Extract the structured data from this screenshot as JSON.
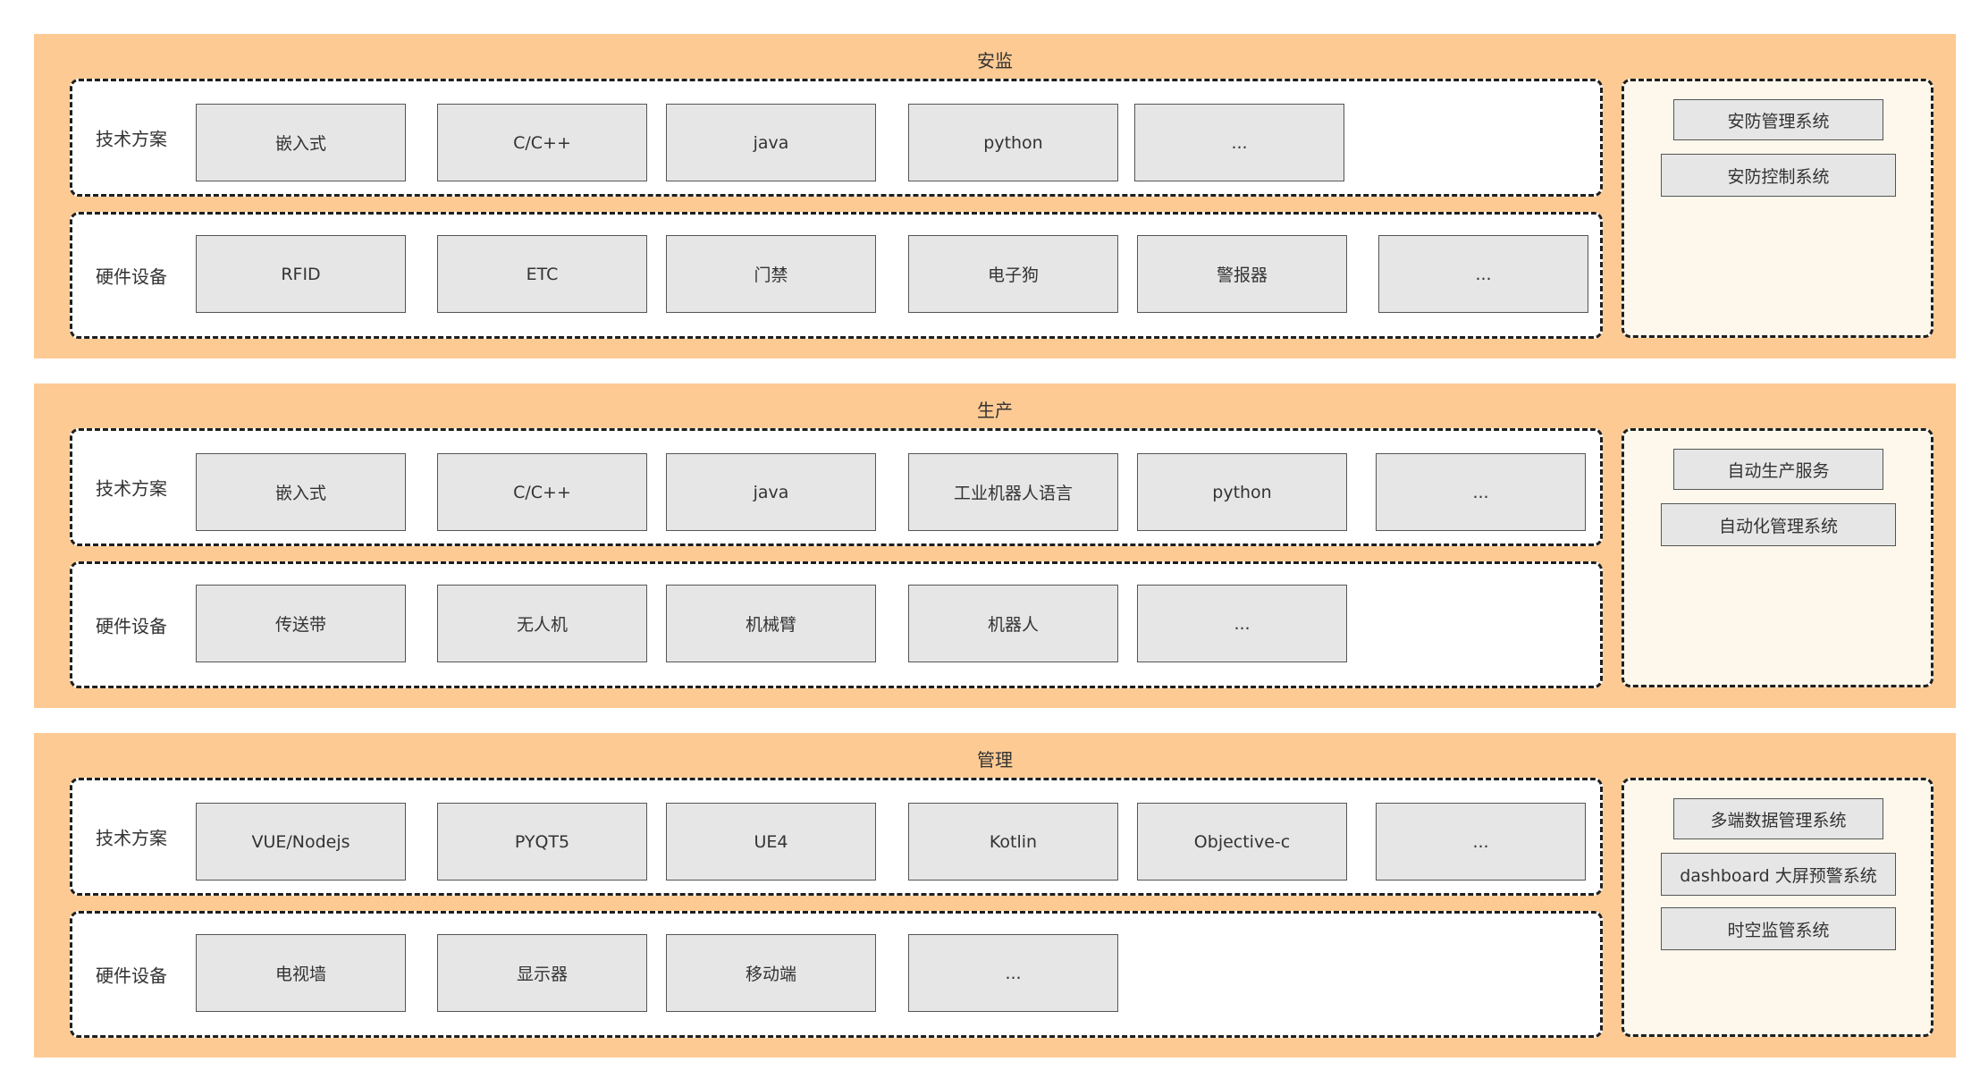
{
  "sections": [
    {
      "title": "安监",
      "rows": [
        {
          "label": "技术方案",
          "items": [
            "嵌入式",
            "C/C++",
            "java",
            "python",
            "..."
          ]
        },
        {
          "label": "硬件设备",
          "items": [
            "RFID",
            "ETC",
            "门禁",
            "电子狗",
            "警报器",
            "..."
          ]
        }
      ],
      "systems": [
        "安防管理系统",
        "安防控制系统"
      ]
    },
    {
      "title": "生产",
      "rows": [
        {
          "label": "技术方案",
          "items": [
            "嵌入式",
            "C/C++",
            "java",
            "工业机器人语言",
            "python",
            "..."
          ]
        },
        {
          "label": "硬件设备",
          "items": [
            "传送带",
            "无人机",
            "机械臂",
            "机器人",
            "..."
          ]
        }
      ],
      "systems": [
        "自动生产服务",
        "自动化管理系统"
      ]
    },
    {
      "title": "管理",
      "rows": [
        {
          "label": "技术方案",
          "items": [
            "VUE/Nodejs",
            "PYQT5",
            "UE4",
            "Kotlin",
            "Objective-c",
            "..."
          ]
        },
        {
          "label": "硬件设备",
          "items": [
            "电视墙",
            "显示器",
            "移动端",
            "..."
          ]
        }
      ],
      "systems": [
        "多端数据管理系统",
        "dashboard 大屏预警系统",
        "时空监管系统"
      ]
    }
  ],
  "colors": {
    "section_bg": "#fdca93",
    "row_bg": "#ffffff",
    "side_bg": "#fdf8eb",
    "box_bg": "#e6e6e6",
    "border": "#1f1f1f"
  }
}
